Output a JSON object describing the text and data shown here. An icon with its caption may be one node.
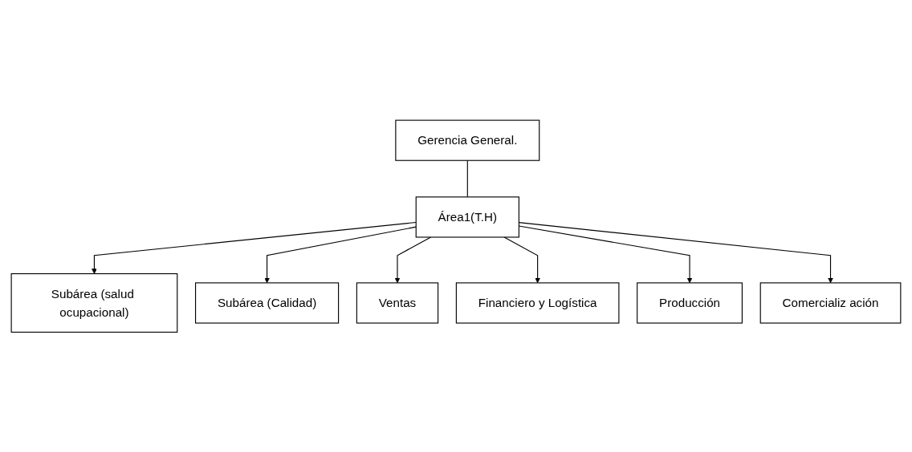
{
  "diagram": {
    "nodes": [
      {
        "text": [
          "Gerencia General."
        ]
      },
      {
        "text": [
          "Área1(T.H)"
        ]
      },
      {
        "text": [
          "Subárea (salud ocupacional)"
        ]
      },
      {
        "text": [
          "Subárea (Calidad)"
        ]
      },
      {
        "text": [
          "Ventas"
        ]
      },
      {
        "text": [
          "Financiero y Logística"
        ]
      },
      {
        "text": [
          "Producción"
        ]
      },
      {
        "text": [
          "Comercializ ación"
        ]
      }
    ],
    "edges": [
      {
        "from": 0,
        "to": 1,
        "arrow": "none"
      },
      {
        "from": 1,
        "to": 2,
        "arrow": "to"
      },
      {
        "from": 1,
        "to": 3,
        "arrow": "to"
      },
      {
        "from": 1,
        "to": 4,
        "arrow": "to"
      },
      {
        "from": 1,
        "to": 5,
        "arrow": "to"
      },
      {
        "from": 1,
        "to": 6,
        "arrow": "to"
      },
      {
        "from": 1,
        "to": 7,
        "arrow": "to"
      }
    ]
  }
}
